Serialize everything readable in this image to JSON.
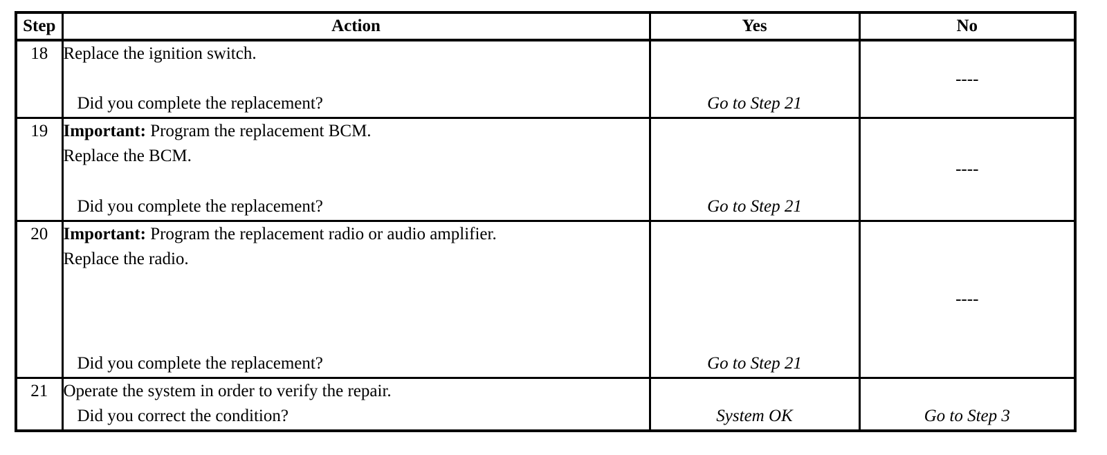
{
  "headers": {
    "step": "Step",
    "action": "Action",
    "yes": "Yes",
    "no": "No"
  },
  "rows": [
    {
      "step": "18",
      "action_lines": [
        "Replace the ignition switch."
      ],
      "question": "Did you complete the replacement?",
      "yes": "Go to Step 21",
      "no": "----"
    },
    {
      "step": "19",
      "important_label": "Important:",
      "important_text": " Program the replacement BCM.",
      "action_lines": [
        "Replace the BCM."
      ],
      "question": "Did you complete the replacement?",
      "yes": "Go to Step 21",
      "no": "----"
    },
    {
      "step": "20",
      "important_label": "Important:",
      "important_text": " Program the replacement radio or audio amplifier.",
      "action_lines": [
        "Replace the radio."
      ],
      "question": "Did you complete the replacement?",
      "yes": "Go to Step 21",
      "no": "----"
    },
    {
      "step": "21",
      "action_lines": [
        "Operate the system in order to verify the repair."
      ],
      "question": "Did you correct the condition?",
      "yes": "System OK",
      "no": "Go to Step 3"
    }
  ]
}
